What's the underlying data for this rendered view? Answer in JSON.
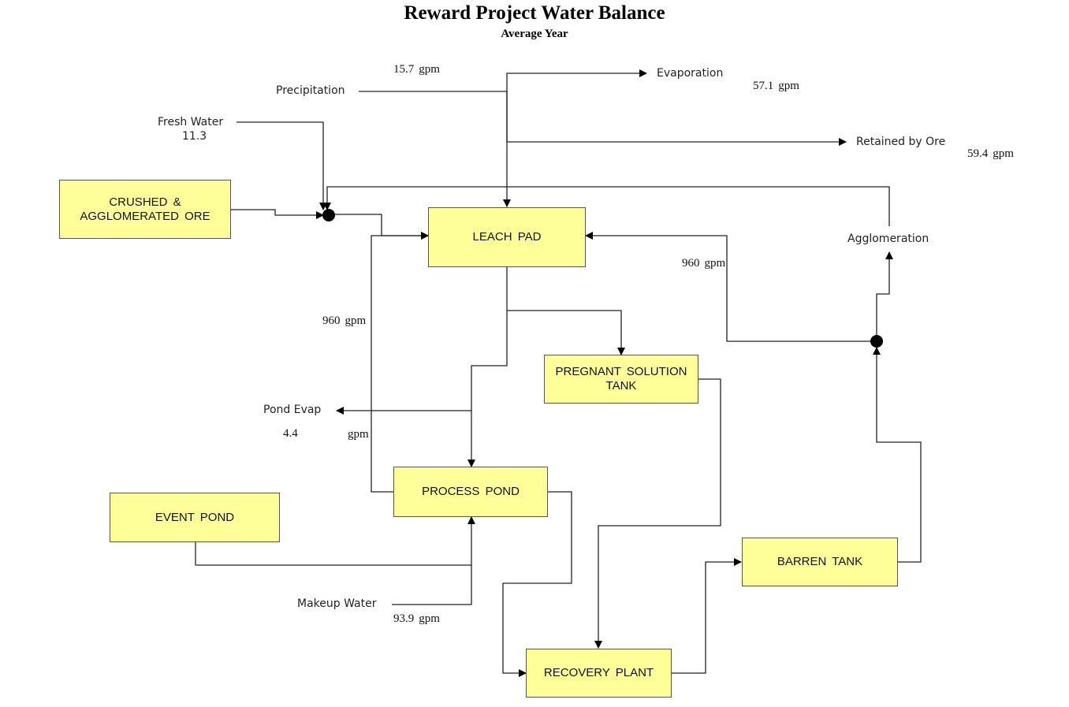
{
  "title": "Reward Project Water Balance",
  "subtitle": "Average Year",
  "colors": {
    "box_fill": "#ffff99",
    "line": "#000000"
  },
  "nodes": {
    "crushed_ore": {
      "line1": "CRUSHED &",
      "line2": "AGGLOMERATED ORE"
    },
    "leach_pad": "LEACH PAD",
    "pregnant_tank": {
      "line1": "PREGNANT SOLUTION",
      "line2": "TANK"
    },
    "process_pond": "PROCESS POND",
    "event_pond": "EVENT POND",
    "recovery_plant": "RECOVERY PLANT",
    "barren_tank": "BARREN TANK"
  },
  "flows": {
    "precipitation": {
      "label": "Precipitation",
      "value": "15.7",
      "unit": "gpm"
    },
    "fresh_water": {
      "label": "Fresh Water",
      "value": "11.3"
    },
    "evaporation": {
      "label": "Evaporation",
      "value": "57.1",
      "unit": "gpm"
    },
    "retained_by_ore": {
      "label": "Retained by Ore",
      "value": "59.4",
      "unit": "gpm"
    },
    "agglomeration": {
      "label": "Agglomeration"
    },
    "barren_to_leach": {
      "value": "960",
      "unit": "gpm"
    },
    "pond_to_leach": {
      "value": "960",
      "unit": "gpm"
    },
    "pond_evap": {
      "label": "Pond Evap",
      "value": "4.4",
      "unit": "gpm"
    },
    "makeup_water": {
      "label": "Makeup Water",
      "value": "93.9",
      "unit": "gpm"
    }
  }
}
